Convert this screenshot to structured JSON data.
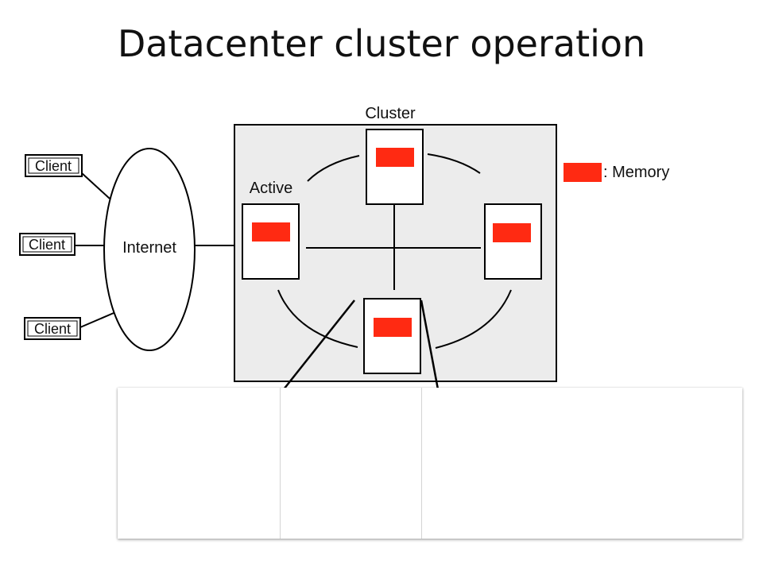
{
  "title": "Datacenter cluster operation",
  "diagram": {
    "clients": [
      "Client",
      "Client",
      "Client"
    ],
    "internet_label": "Internet",
    "cluster_label": "Cluster",
    "active_label": "Active",
    "legend_label": ": Memory",
    "colors": {
      "memory": "#ff2a12",
      "cluster_bg": "#ececec",
      "stroke": "#000000"
    }
  }
}
